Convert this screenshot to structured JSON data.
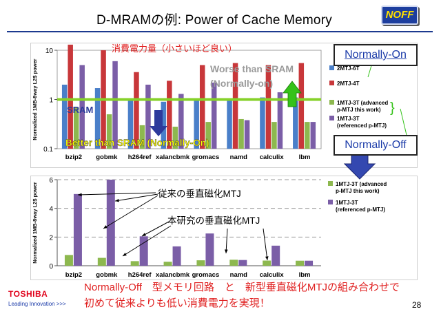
{
  "title": "D-MRAMの例: Power of Cache Memory",
  "logo": "NOFF",
  "page_number": "28",
  "footer": {
    "line1": "Normally-Off　型メモリ回路　と　新型垂直磁化MTJの組み合わせで",
    "line2": "初めて従来よりも低い消費電力を実現！",
    "company": "TOSHIBA",
    "tagline": "Leading Innovation >>>"
  },
  "callouts": {
    "normally_on": "Normally-On",
    "normally_off": "Normally-Off",
    "worse": "Worse than SRAM",
    "worse_sub": "(Normally-on)",
    "better": "Better than SRAM (Normally-On)",
    "sram": "SRAM",
    "top_caption": "消費電力量（小さいほど良い）",
    "conventional": "従来の垂直磁化MTJ",
    "proposed": "本研究の垂直磁化MTJ"
  },
  "colors": {
    "blue": "#4a7fc9",
    "red": "#c8373a",
    "green": "#8db84f",
    "purple": "#7b5ea7",
    "sram_line": "#86d12a",
    "callout_red": "#e02020",
    "callout_blue": "#1a3aa8"
  },
  "chart_data": [
    {
      "type": "bar",
      "yscale": "log",
      "ylabel": "Normalized 1MB-8way L2$ power",
      "ylim": [
        0.1,
        10
      ],
      "yticks": [
        "10",
        "1",
        "0.1"
      ],
      "categories": [
        "bzip2",
        "gobmk",
        "h264ref",
        "xalancbmk",
        "gromacs",
        "namd",
        "calculix",
        "lbm"
      ],
      "legend_position": "right",
      "series": [
        {
          "name": "2MTJ-6T",
          "color": "#4a7fc9",
          "values": [
            2.0,
            1.7,
            1.0,
            0.9,
            1.0,
            1.05,
            1.1,
            1.1
          ]
        },
        {
          "name": "2MTJ-4T",
          "color": "#c8373a",
          "values": [
            13.0,
            10.0,
            3.6,
            2.4,
            5.0,
            5.5,
            5.0,
            5.5
          ]
        },
        {
          "name": "1MTJ-3T (advanced p-MTJ this work)",
          "color": "#8db84f",
          "values": [
            0.7,
            0.5,
            0.3,
            0.28,
            0.35,
            0.4,
            0.35,
            0.35
          ]
        },
        {
          "name": "1MTJ-3T (referenced p-MTJ)",
          "color": "#7b5ea7",
          "values": [
            5.0,
            6.0,
            2.0,
            1.3,
            2.2,
            0.38,
            1.4,
            0.35
          ]
        }
      ],
      "reference_line": 1
    },
    {
      "type": "bar",
      "ylabel": "Normalized 1MB-8way L2$ power",
      "ylim": [
        0,
        6
      ],
      "yticks": [
        "6",
        "4",
        "2",
        "0"
      ],
      "categories": [
        "bzip2",
        "gobmk",
        "h264ref",
        "xalancbmk",
        "gromacs",
        "namd",
        "calculix",
        "lbm"
      ],
      "legend_position": "right",
      "series": [
        {
          "name": "1MTJ-3T (advanced p-MTJ this work)",
          "color": "#8db84f",
          "values": [
            0.75,
            0.55,
            0.32,
            0.28,
            0.38,
            0.42,
            0.36,
            0.35
          ]
        },
        {
          "name": "1MTJ-3T (referenced p-MTJ)",
          "color": "#7b5ea7",
          "values": [
            5.0,
            6.0,
            2.05,
            1.35,
            2.25,
            0.4,
            1.4,
            0.35
          ]
        }
      ]
    }
  ]
}
